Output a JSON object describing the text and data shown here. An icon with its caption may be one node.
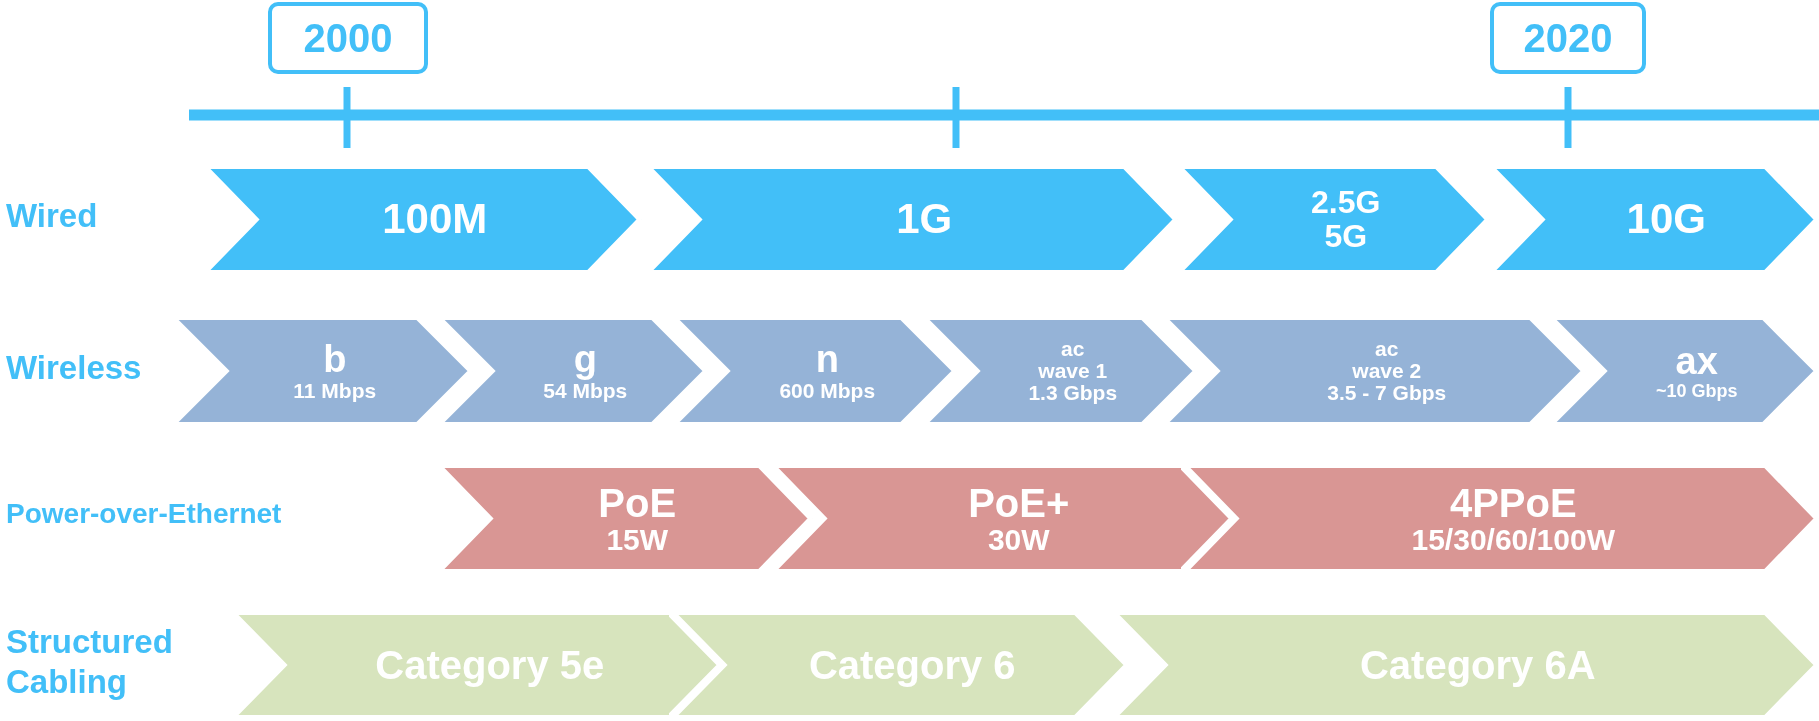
{
  "diagram": {
    "nodes": [
      {
        "text": [
          "2000"
        ]
      },
      {
        "text": [
          "2020"
        ]
      },
      {
        "text": [
          "100M"
        ]
      },
      {
        "text": [
          "1G"
        ]
      },
      {
        "text": [
          "2.5G",
          "5G"
        ]
      },
      {
        "text": [
          "10G"
        ]
      },
      {
        "text": [
          "b",
          "11 Mbps"
        ]
      },
      {
        "text": [
          "g",
          "54 Mbps"
        ]
      },
      {
        "text": [
          "n",
          "600 Mbps"
        ]
      },
      {
        "text": [
          "ac",
          "wave 1",
          "1.3 Gbps"
        ]
      },
      {
        "text": [
          "ac",
          "wave 2",
          "3.5 - 7 Gbps"
        ]
      },
      {
        "text": [
          "ax",
          "~10 Gbps"
        ]
      },
      {
        "text": [
          "PoE",
          "15W"
        ]
      },
      {
        "text": [
          "PoE+",
          "30W"
        ]
      },
      {
        "text": [
          "4PPoE",
          "15/30/60/100W"
        ]
      },
      {
        "text": [
          "Category 5e"
        ]
      },
      {
        "text": [
          "Category 6"
        ]
      },
      {
        "text": [
          "Category 6A"
        ]
      }
    ],
    "labels": [
      "Wired",
      "Wireless",
      "Power-over-Ethernet",
      "Structured Cabling"
    ]
  }
}
